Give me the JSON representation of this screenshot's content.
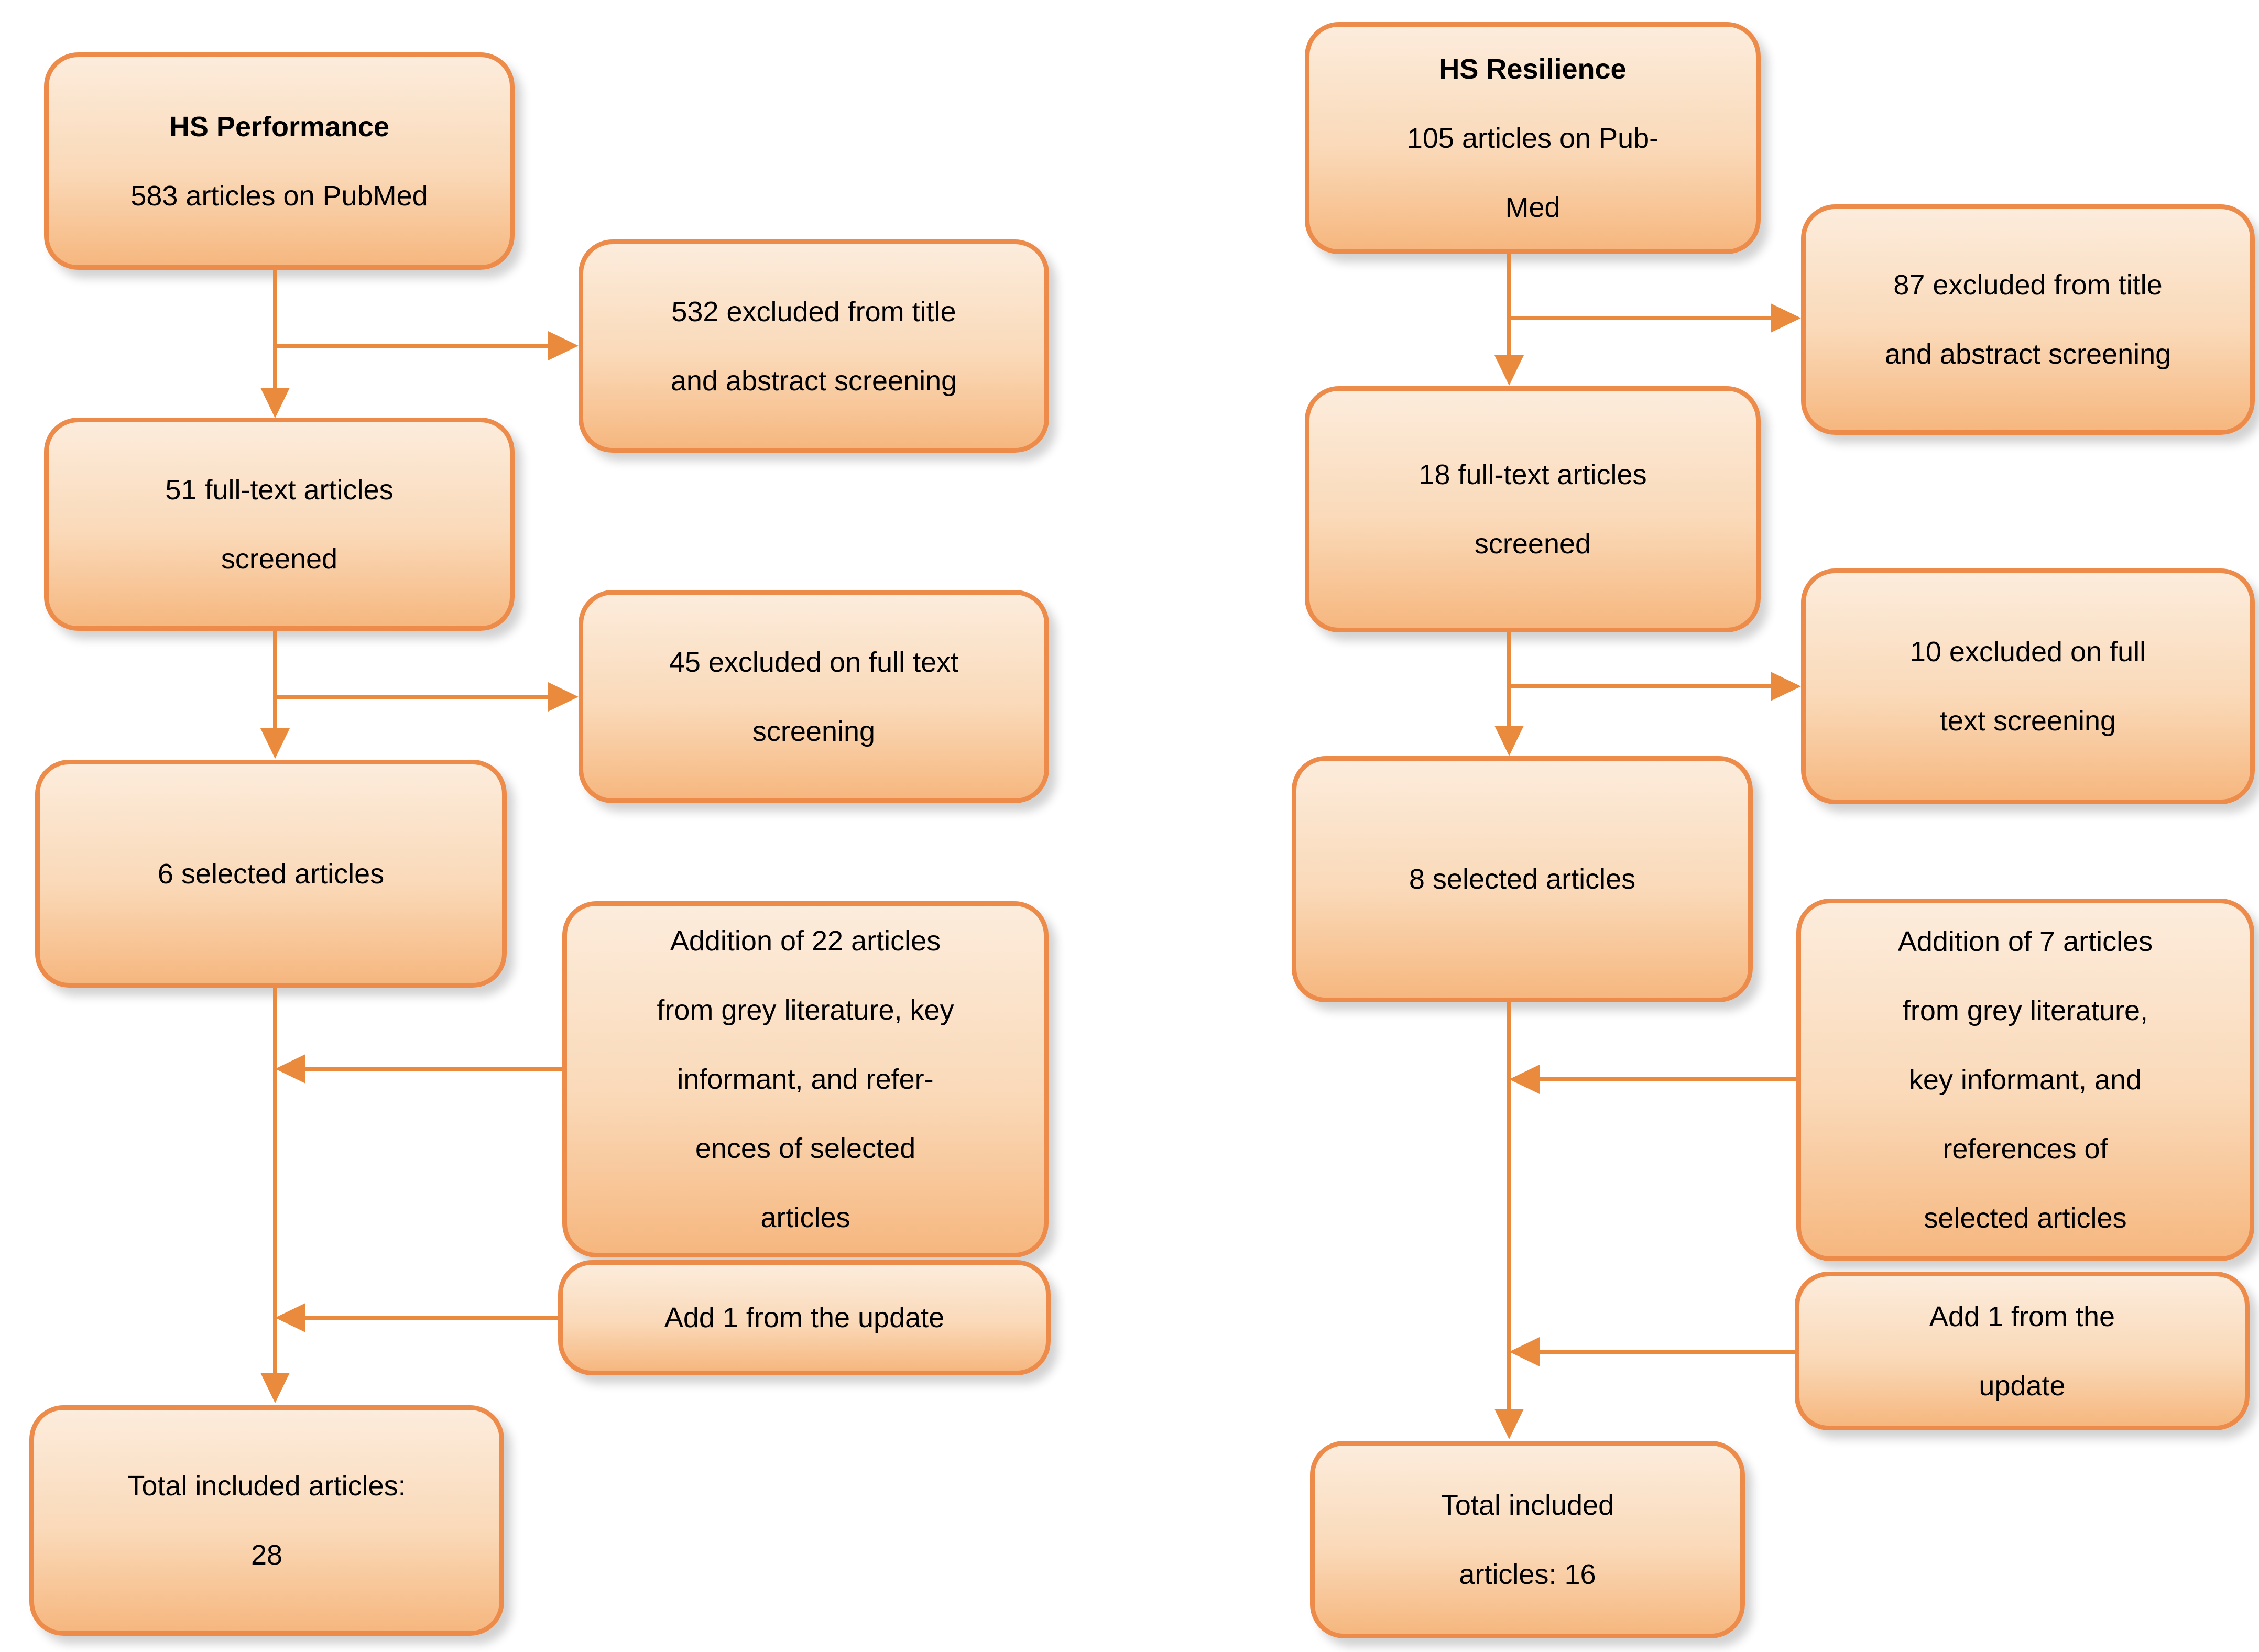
{
  "figure": {
    "type": "flow-diagram",
    "description_visible_text_only": true
  },
  "colors": {
    "box-fill-top": "#fcecdc",
    "box-fill-mid": "#fad9b8",
    "box-fill-bottom": "#f6b77f",
    "box-border": "#ed8c4a",
    "arrow": "#e98a3c",
    "text": "#000000"
  },
  "columns": [
    {
      "name": "HS Performance",
      "boxes": {
        "source": {
          "title": "HS Performance",
          "lines": [
            "583 articles on PubMed"
          ]
        },
        "excluded_screening": {
          "lines": [
            "532 excluded from title",
            "and abstract screening"
          ]
        },
        "fulltext": {
          "lines": [
            "51 full-text articles",
            "screened"
          ]
        },
        "excluded_fulltext": {
          "lines": [
            "45 excluded on full text",
            "screening"
          ]
        },
        "selected": {
          "lines": [
            "6 selected articles"
          ]
        },
        "addition": {
          "lines": [
            "Addition of 22 articles",
            "from grey literature, key",
            "informant, and refer-",
            "ences of selected",
            "articles"
          ]
        },
        "update": {
          "lines": [
            "Add 1 from the update"
          ]
        },
        "total": {
          "lines": [
            "Total included articles:",
            "28"
          ]
        }
      }
    },
    {
      "name": "HS Resilience",
      "boxes": {
        "source": {
          "title": "HS Resilience",
          "lines": [
            "105 articles on Pub-",
            "Med"
          ]
        },
        "excluded_screening": {
          "lines": [
            "87 excluded from title",
            "and abstract screening"
          ]
        },
        "fulltext": {
          "lines": [
            "18 full-text articles",
            "screened"
          ]
        },
        "excluded_fulltext": {
          "lines": [
            "10 excluded on full",
            "text screening"
          ]
        },
        "selected": {
          "lines": [
            "8 selected articles"
          ]
        },
        "addition": {
          "lines": [
            "Addition of 7 articles",
            "from grey literature,",
            "key informant, and",
            "references of",
            "selected articles"
          ]
        },
        "update": {
          "lines": [
            "Add 1 from the",
            "update"
          ]
        },
        "total": {
          "lines": [
            "Total included",
            "articles: 16"
          ]
        }
      }
    }
  ]
}
